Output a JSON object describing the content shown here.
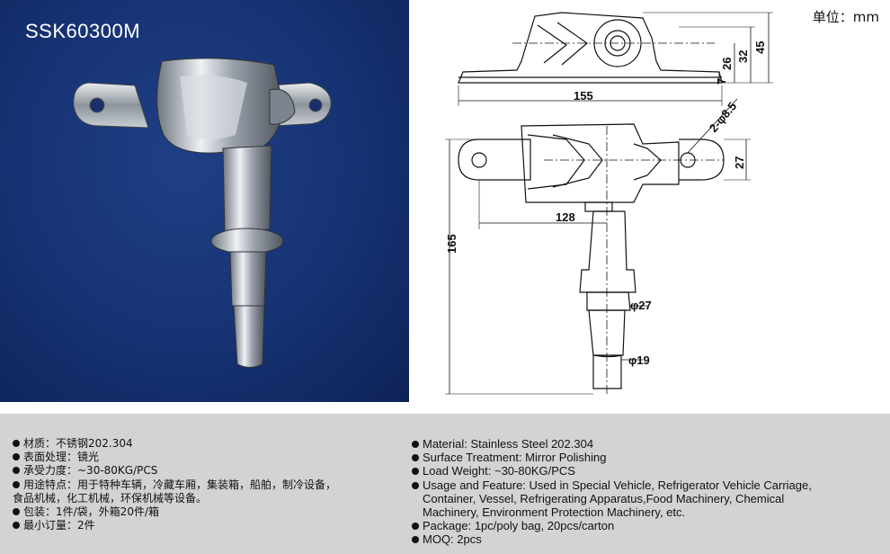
{
  "product": {
    "model": "SSK60300M",
    "unit_label": "单位：mm"
  },
  "dimensions": {
    "overall_length": "155",
    "height_45": "45",
    "height_32": "32",
    "height_26": "26",
    "height_7": "7",
    "hole_spec": "2-φ8.5",
    "width_27": "27",
    "length_128": "128",
    "length_165": "165",
    "dia_27": "φ27",
    "dia_19": "φ19"
  },
  "specs_cn": [
    {
      "text": "材质：不锈钢202.304"
    },
    {
      "text": "表面处理：镜光"
    },
    {
      "text": "承受力度：~30-80KG/PCS"
    },
    {
      "text": "用途特点：用于特种车辆，冷藏车厢，集装箱，船舶，制冷设备，",
      "cont": "食品机械，化工机械，环保机械等设备。"
    },
    {
      "text": "包装：1件/袋，外箱20件/箱"
    },
    {
      "text": "最小订量：2件"
    }
  ],
  "specs_en": [
    {
      "text": "Material: Stainless Steel 202.304"
    },
    {
      "text": "Surface Treatment: Mirror Polishing"
    },
    {
      "text": "Load Weight: ~30-80KG/PCS"
    },
    {
      "text": "Usage and Feature: Used in Special Vehicle, Refrigerator  Vehicle Carriage,",
      "cont": "Container, Vessel, Refrigerating Apparatus,Food Machinery, Chemical",
      "cont2": "Machinery, Environment Protection Machinery, etc."
    },
    {
      "text": "Package: 1pc/poly bag, 20pcs/carton"
    },
    {
      "text": "MOQ: 2pcs"
    }
  ]
}
